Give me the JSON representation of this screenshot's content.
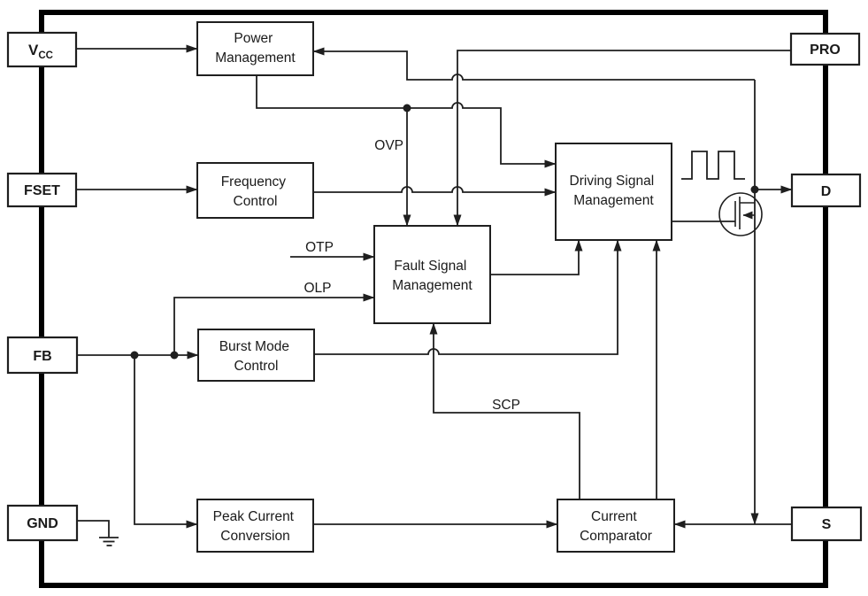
{
  "diagram": {
    "type": "ic-functional-block-diagram",
    "colors": {
      "wire": "#1f1f1f",
      "border": "#000000",
      "box_stroke": "#1f1f1f",
      "text": "#1a1a1a",
      "background": "#ffffff"
    },
    "pins": {
      "vcc": {
        "base": "V",
        "sub": "CC"
      },
      "fset": {
        "label": "FSET"
      },
      "fb": {
        "label": "FB"
      },
      "gnd": {
        "label": "GND"
      },
      "pro": {
        "label": "PRO"
      },
      "d": {
        "label": "D"
      },
      "s": {
        "label": "S"
      }
    },
    "blocks": {
      "power_management": {
        "line1": "Power",
        "line2": "Management"
      },
      "frequency_control": {
        "line1": "Frequency",
        "line2": "Control"
      },
      "fault_signal_management": {
        "line1": "Fault Signal",
        "line2": "Management"
      },
      "driving_signal_management": {
        "line1": "Driving Signal",
        "line2": "Management"
      },
      "burst_mode_control": {
        "line1": "Burst Mode",
        "line2": "Control"
      },
      "peak_current_conversion": {
        "line1": "Peak Current",
        "line2": "Conversion"
      },
      "current_comparator": {
        "line1": "Current",
        "line2": "Comparator"
      }
    },
    "signal_labels": {
      "ovp": "OVP",
      "otp": "OTP",
      "olp": "OLP",
      "scp": "SCP"
    }
  }
}
